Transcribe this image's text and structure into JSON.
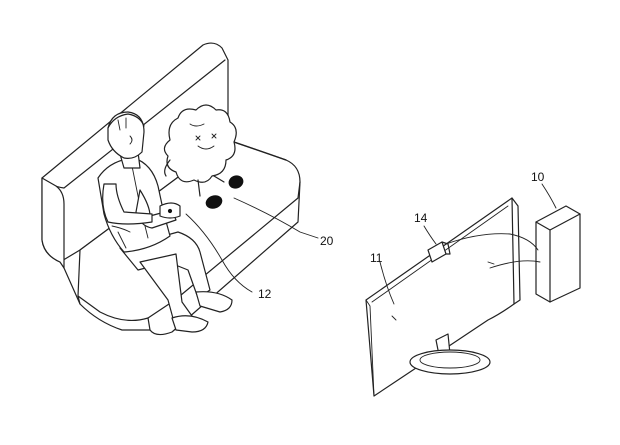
{
  "figure": {
    "labels": {
      "console": "10",
      "display": "11",
      "controller": "12",
      "camera": "14",
      "robot": "20"
    }
  }
}
